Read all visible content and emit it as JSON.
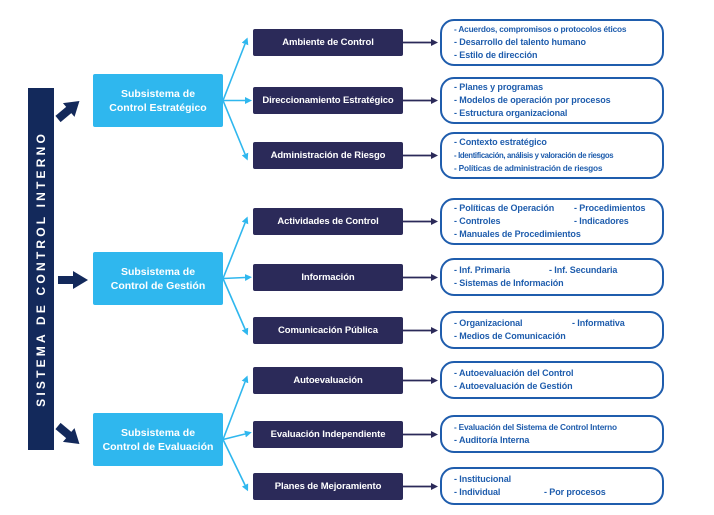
{
  "diagram": {
    "title": "SISTEMA DE CONTROL INTERNO",
    "colors": {
      "root_bar_navy": "#13295b",
      "subsystem_cyan": "#2fb7ee",
      "component_navy": "#2b2a59",
      "detail_blue": "#1f5dad"
    },
    "subsystems": [
      {
        "label1": "Subsistema de",
        "label2": "Control Estratégico",
        "components": [
          {
            "label": "Ambiente de Control",
            "items": [
              {
                "c1": "- Acuerdos, compromisos o protocolos éticos"
              },
              {
                "c1": "- Desarrollo del talento humano"
              },
              {
                "c1": "- Estilo de dirección"
              }
            ]
          },
          {
            "label": "Direccionamiento Estratégico",
            "items": [
              {
                "c1": "- Planes y programas"
              },
              {
                "c1": "- Modelos de operación por procesos"
              },
              {
                "c1": "- Estructura organizacional"
              }
            ]
          },
          {
            "label": "Administración de Riesgo",
            "items": [
              {
                "c1": "- Contexto estratégico"
              },
              {
                "c1": "- Identificación, análisis y valoración de riesgos"
              },
              {
                "c1": "- Políticas de administración de riesgos"
              }
            ]
          }
        ]
      },
      {
        "label1": "Subsistema de",
        "label2": "Control de Gestión",
        "components": [
          {
            "label": "Actividades de Control",
            "items": [
              {
                "c1": "- Políticas de Operación",
                "c2": "- Procedimientos"
              },
              {
                "c1": "- Controles",
                "c2": "- Indicadores"
              },
              {
                "c1": "- Manuales de Procedimientos"
              }
            ]
          },
          {
            "label": "Información",
            "items": [
              {
                "c1": "- Inf. Primaria",
                "c2": "- Inf. Secundaria"
              },
              {
                "c1": "- Sistemas de Información"
              }
            ]
          },
          {
            "label": "Comunicación Pública",
            "items": [
              {
                "c1": "- Organizacional",
                "c2": "- Informativa"
              },
              {
                "c1": "- Medios de Comunicación"
              }
            ]
          }
        ]
      },
      {
        "label1": "Subsistema de",
        "label2": "Control de Evaluación",
        "components": [
          {
            "label": "Autoevaluación",
            "items": [
              {
                "c1": "- Autoevaluación del Control"
              },
              {
                "c1": "- Autoevaluación de Gestión"
              }
            ]
          },
          {
            "label": "Evaluación Independiente",
            "items": [
              {
                "c1": "- Evaluación del Sistema de Control Interno"
              },
              {
                "c1": "- Auditoría Interna"
              }
            ]
          },
          {
            "label": "Planes de Mejoramiento",
            "items": [
              {
                "c1": "- Institucional"
              },
              {
                "c1": "- Individual",
                "c2": "- Por procesos"
              }
            ]
          }
        ]
      }
    ]
  }
}
